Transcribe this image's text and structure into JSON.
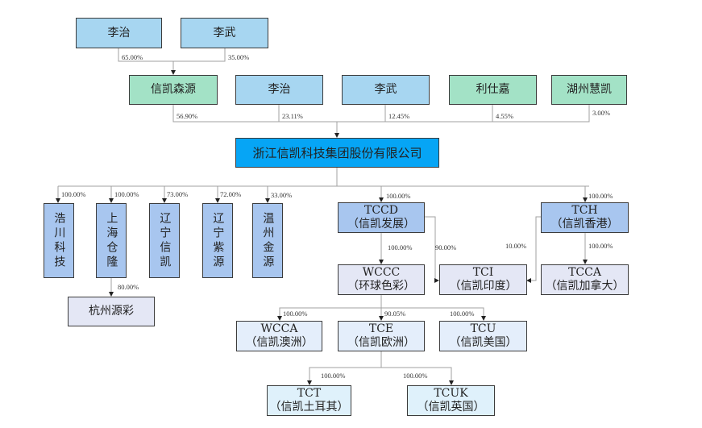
{
  "title": "股权结构图",
  "shareholders_of_parent": {
    "li_zhi": "李治",
    "li_wu": "李武",
    "li_zhi_pct": "65.00%",
    "li_wu_pct": "35.00%"
  },
  "shareholders": [
    {
      "name": "信凯森源",
      "pct": "56.90%"
    },
    {
      "name": "李治",
      "pct": "23.11%"
    },
    {
      "name": "李武",
      "pct": "12.45%"
    },
    {
      "name": "利仕嘉",
      "pct": "4.55%"
    },
    {
      "name": "湖州慧凯",
      "pct": "3.00%"
    }
  ],
  "company": {
    "name": "浙江信凯科技集团股份有限公司"
  },
  "domestic_subsidiaries": [
    {
      "name": "浩川科技",
      "pct": "100.00%"
    },
    {
      "name": "上海仓隆",
      "pct": "100.00%"
    },
    {
      "name": "辽宁信凯",
      "pct": "73.00%"
    },
    {
      "name": "辽宁紫源",
      "pct": "72.00%"
    },
    {
      "name": "温州金源",
      "pct": "33.00%"
    }
  ],
  "hangzhou": {
    "name": "杭州源彩",
    "pct": "80.00%"
  },
  "tccd": {
    "code": "TCCD",
    "name": "（信凯发展）",
    "pct": "100.00%"
  },
  "tch": {
    "code": "TCH",
    "name": "（信凯香港）",
    "pct": "100.00%"
  },
  "wccc": {
    "code": "WCCC",
    "name": "（环球色彩）",
    "pct": "100.00%"
  },
  "tci": {
    "code": "TCI",
    "name": "（信凯印度）",
    "pct_tccd": "90.00%",
    "pct_tch": "10.00%"
  },
  "tcca": {
    "code": "TCCA",
    "name": "（信凯加拿大）",
    "pct": "100.00%"
  },
  "wcca": {
    "code": "WCCA",
    "name": "（信凯澳洲）",
    "pct": "100.00%"
  },
  "tce": {
    "code": "TCE",
    "name": "（信凯欧洲）",
    "pct": "90.05%"
  },
  "tcu": {
    "code": "TCU",
    "name": "（信凯美国）",
    "pct": "100.00%"
  },
  "tct": {
    "code": "TCT",
    "name": "（信凯土耳其）",
    "pct": "100.00%"
  },
  "tcuk": {
    "code": "TCUK",
    "name": "（信凯英国）",
    "pct": "100.00%"
  },
  "colors": {
    "person": "#a7d6f1",
    "corporate_holder": "#a3e2c6",
    "main_company": "#06a5f5",
    "first_level_sub": "#a8c6ef",
    "second_level_sub": "#e4e7f5",
    "line": "#9a9a9a"
  }
}
